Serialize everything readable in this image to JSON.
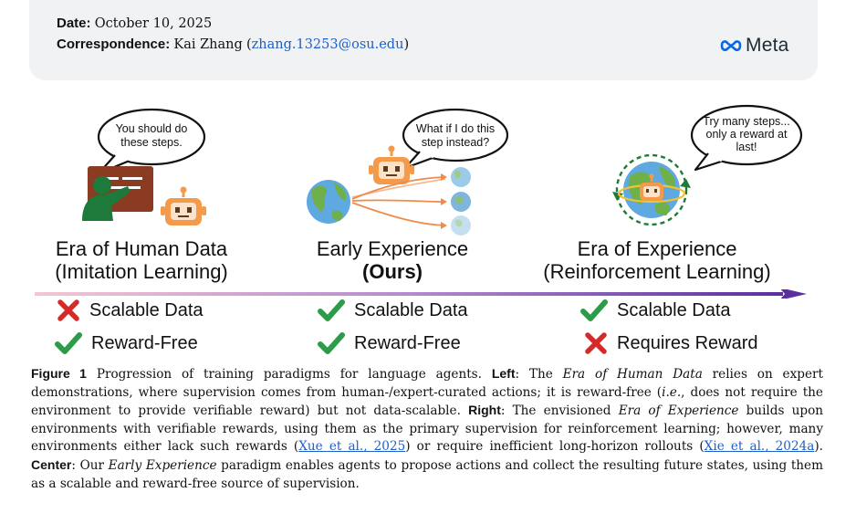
{
  "header": {
    "date_label": "Date:",
    "date_value": "October 10, 2025",
    "correspondence_label": "Correspondence:",
    "correspondence_name": "Kai Zhang",
    "correspondence_email": "zhang.13253@osu.edu",
    "logo_text": "Meta"
  },
  "figure": {
    "eras": [
      {
        "bubble": [
          "You should do",
          "these steps."
        ],
        "title_line1": "Era of Human Data",
        "title_line2": "(Imitation Learning)",
        "props": [
          {
            "label": "Scalable Data",
            "status": "cross"
          },
          {
            "label": "Reward-Free",
            "status": "check"
          }
        ]
      },
      {
        "bubble": [
          "What if I do this",
          "step instead?"
        ],
        "title_line1": "Early Experience",
        "title_line2": "(Ours)",
        "props": [
          {
            "label": "Scalable Data",
            "status": "check"
          },
          {
            "label": "Reward-Free",
            "status": "check"
          }
        ]
      },
      {
        "bubble": [
          "Try many steps...",
          "only a reward at",
          "last!"
        ],
        "title_line1": "Era of Experience",
        "title_line2": "(Reinforcement Learning)",
        "props": [
          {
            "label": "Scalable Data",
            "status": "check"
          },
          {
            "label": "Requires Reward",
            "status": "cross"
          }
        ]
      }
    ],
    "colors": {
      "check": "#2e9b4a",
      "cross": "#d42a2a",
      "arrow_start": "#f3c6d2",
      "arrow_end": "#5b2fa0",
      "robot": "#f39a4b",
      "teacher": "#1e7a3a"
    }
  },
  "caption": {
    "label": "Figure 1",
    "s1": "Progression of training paradigms for language agents.",
    "left_label": "Left",
    "s2a": ": The",
    "era_human": "Era of Human Data",
    "s2b": "relies on expert demonstrations, where supervision comes from human-/expert-curated actions; it is reward-free (",
    "ie": "i.e.",
    "s2c": ", does not require the environment to provide verifiable reward) but not data-scalable.",
    "right_label": "Right",
    "s3a": ": The envisioned",
    "era_exp": "Era of Experience",
    "s3b": "builds upon environments with verifiable rewards, using them as the primary supervision for reinforcement learning; however, many environments either lack such rewards (",
    "cite1": "Xue et al., 2025",
    "s3c": ") or require inefficient long-horizon rollouts (",
    "cite2": "Xie et al., 2024a",
    "s3d": ").",
    "center_label": "Center",
    "s4a": ": Our",
    "early": "Early Experience",
    "s4b": "paradigm enables agents to propose actions and collect the resulting future states, using them as a scalable and reward-free source of supervision."
  }
}
